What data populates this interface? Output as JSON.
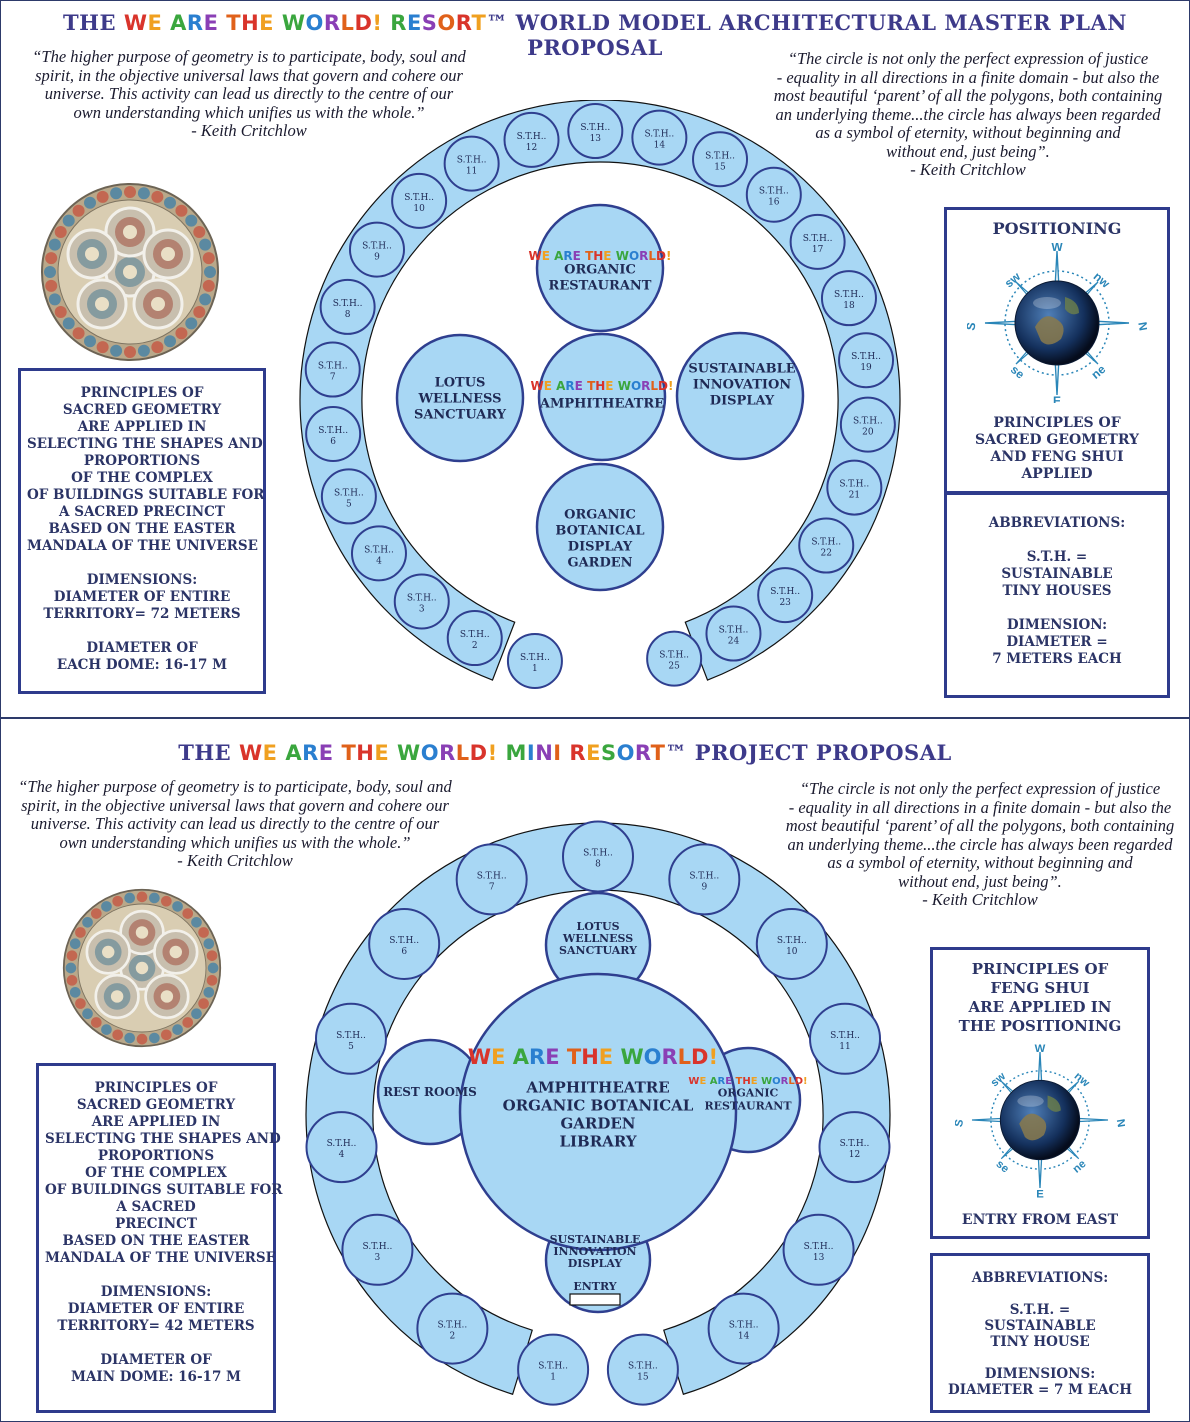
{
  "colors": {
    "ring_fill": "#a8d7f4",
    "ring_stroke": "#2f3f8f",
    "box_border": "#2e3b8c",
    "text_dark": "#2b3466",
    "rainbow": [
      "#d9342b",
      "#f0a020",
      "#3aa63e",
      "#2a7fd0",
      "#8a3fb5",
      "#e0611a"
    ]
  },
  "top": {
    "title_prefix": "THE",
    "title_brand": "WE ARE THE WORLD! RESORT",
    "title_suffix": "™ WORLD MODEL ARCHITECTURAL MASTER PLAN PROPOSAL",
    "quote_left": [
      "“The higher purpose of geometry is to participate, body, soul and",
      "spirit,  in the objective universal laws that govern and cohere our",
      "universe. This activity can lead us directly to the centre of our",
      "own understanding which unifies us with the whole.”",
      "- Keith Critchlow"
    ],
    "quote_right": [
      "“The circle is not only the perfect expression of justice",
      "- equality in all directions in a finite domain - but also the",
      "most beautiful  ‘parent’ of all the polygons, both containing",
      "an underlying theme...the circle has always been regarded",
      "as a symbol of eternity, without beginning and",
      "without end, just being”.",
      "- Keith Critchlow"
    ],
    "left_box": [
      "PRINCIPLES OF",
      "SACRED GEOMETRY",
      "ARE  APPLIED  IN",
      "SELECTING THE SHAPES AND",
      "PROPORTIONS",
      "OF THE COMPLEX",
      "OF BUILDINGS SUITABLE FOR",
      "A SACRED PRECINCT",
      "BASED ON THE EASTER",
      "MANDALA OF THE UNIVERSE",
      "",
      "DIMENSIONS:",
      "DIAMETER OF ENTIRE",
      "TERRITORY= 72 METERS",
      "",
      "DIAMETER OF",
      "EACH DOME: 16-17 M"
    ],
    "positioning_title": "POSITIONING",
    "positioning_caption": [
      "PRINCIPLES OF",
      "SACRED GEOMETRY",
      "AND FENG SHUI",
      "APPLIED"
    ],
    "abbrev_box": [
      "ABBREVIATIONS:",
      "",
      "S.T.H. =",
      "SUSTAINABLE",
      "TINY HOUSES",
      "",
      "DIMENSION:",
      "DIAMETER =",
      "7 METERS EACH"
    ],
    "house_label": "S.T.H..",
    "house_count": 25,
    "brand_small": "WE ARE THE WORLD!",
    "domes": {
      "restaurant": [
        "ORGANIC",
        "RESTAURANT"
      ],
      "wellness": [
        "LOTUS",
        "WELLNESS",
        "SANCTUARY"
      ],
      "amphitheatre": [
        "AMPHITHEATRE"
      ],
      "innovation": [
        "SUSTAINABLE",
        "INNOVATION",
        "DISPLAY"
      ],
      "garden": [
        "ORGANIC",
        "BOTANICAL",
        "DISPLAY",
        "GARDEN"
      ]
    }
  },
  "bottom": {
    "title_prefix": "THE",
    "title_brand": "WE ARE THE WORLD! MINI RESORT",
    "title_suffix": "™ PROJECT PROPOSAL",
    "quote_left": [
      "“The higher purpose of geometry is to participate, body, soul and",
      "spirit,  in the objective universal laws that govern and cohere our",
      "universe. This activity can lead us directly to the centre of our",
      "own understanding which unifies us with the whole.”",
      "- Keith Critchlow"
    ],
    "quote_right": [
      "“The circle is not only the perfect expression of justice",
      "- equality in all directions in a finite domain - but also the",
      "most beautiful  ‘parent’ of all the polygons, both containing",
      "an underlying theme...the circle has always been regarded",
      "as a symbol of eternity, without beginning and",
      "without end, just being”.",
      "- Keith Critchlow"
    ],
    "left_box": [
      "PRINCIPLES OF",
      "SACRED GEOMETRY",
      "ARE  APPLIED  IN",
      "SELECTING THE SHAPES AND",
      "PROPORTIONS",
      "OF THE COMPLEX",
      "OF BUILDINGS SUITABLE FOR",
      "A SACRED",
      "PRECINCT",
      "BASED ON THE EASTER",
      "MANDALA OF THE UNIVERSE",
      "",
      "DIMENSIONS:",
      "DIAMETER OF ENTIRE",
      "TERRITORY= 42 METERS",
      "",
      "DIAMETER OF",
      "MAIN DOME: 16-17 M"
    ],
    "fengshui_title": [
      "PRINCIPLES OF",
      "FENG SHUI",
      "ARE  APPLIED  IN",
      "THE POSITIONING"
    ],
    "fengshui_caption": "ENTRY FROM EAST",
    "abbrev_box": [
      "ABBREVIATIONS:",
      "",
      "S.T.H. =",
      "SUSTAINABLE",
      "TINY HOUSE",
      "",
      "DIMENSIONS:",
      "DIAMETER = 7 M EACH"
    ],
    "house_label": "S.T.H..",
    "house_count": 15,
    "brand_small": "WE ARE THE WORLD!",
    "domes": {
      "wellness": [
        "LOTUS",
        "WELLNESS",
        "SANCTUARY"
      ],
      "restrooms": [
        "REST ROOMS"
      ],
      "main": [
        "AMPHITHEATRE",
        "ORGANIC BOTANICAL",
        "GARDEN",
        "LIBRARY"
      ],
      "restaurant": [
        "ORGANIC",
        "RESTAURANT"
      ],
      "innovation": [
        "SUSTAINABLE",
        "INNOVATION",
        "DISPLAY"
      ],
      "entry": "ENTRY"
    }
  },
  "compass": {
    "W": "W",
    "NW": "nw",
    "N": "N",
    "SW": "sw",
    "S": "S",
    "SE": "se",
    "E": "E",
    "NE": "ne"
  }
}
